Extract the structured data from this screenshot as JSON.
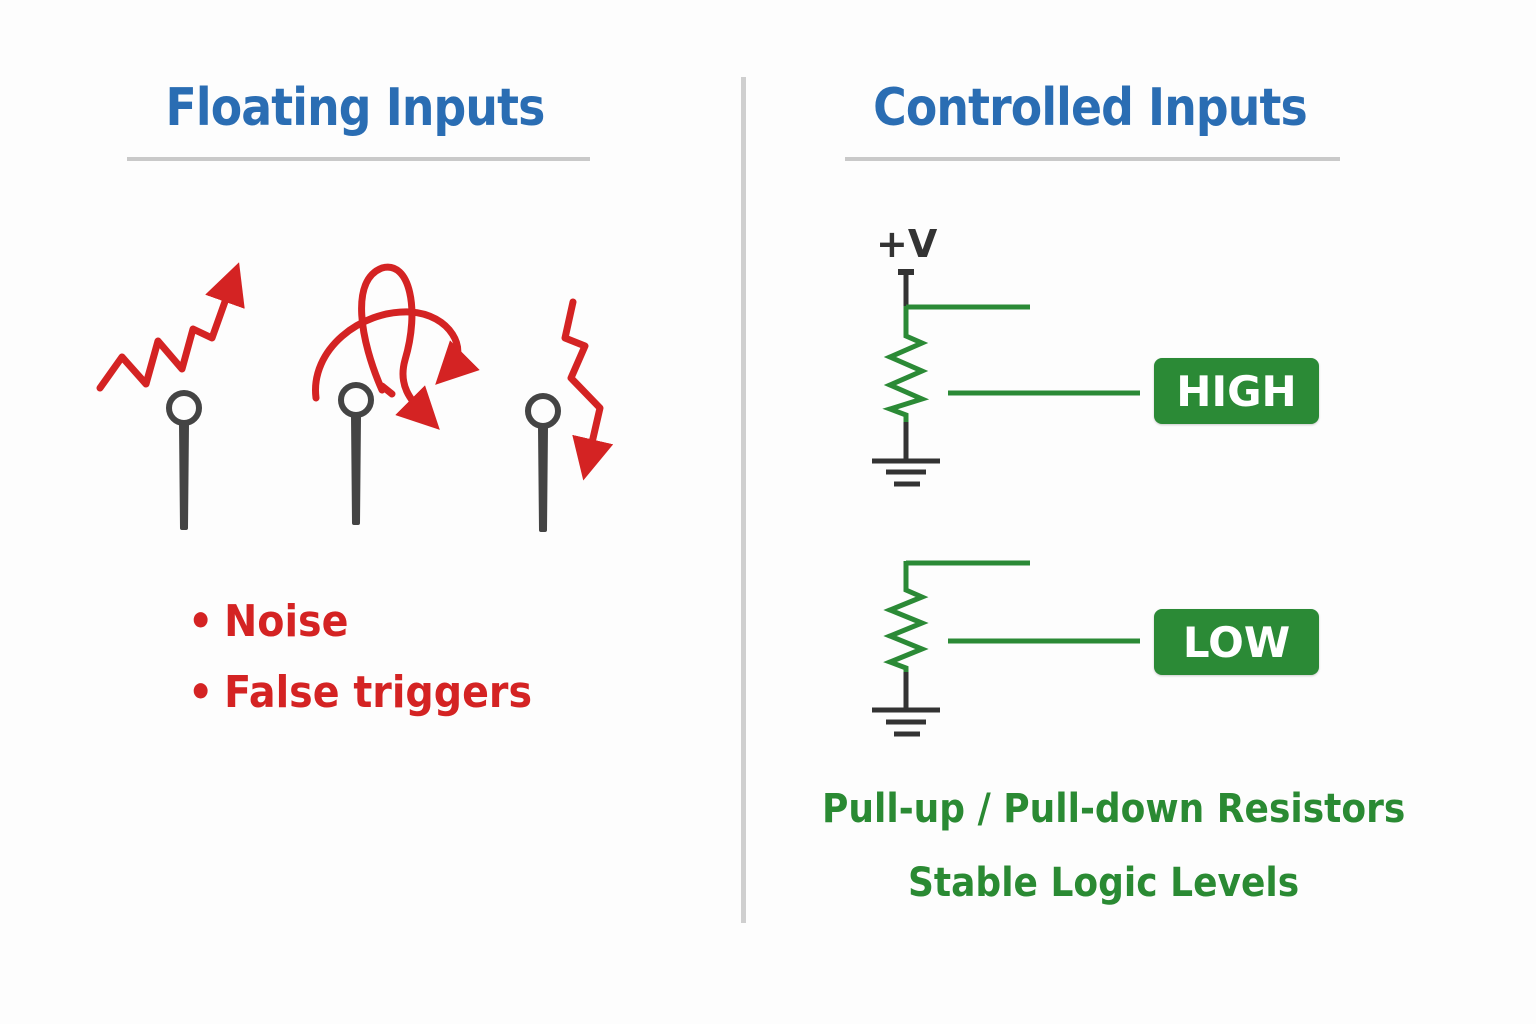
{
  "left_panel": {
    "title": "Floating Inputs",
    "bullets": [
      {
        "marker": "•",
        "text": "Noise"
      },
      {
        "marker": "•",
        "text": "False triggers"
      }
    ],
    "accent_color": "#d42323"
  },
  "right_panel": {
    "title": "Controlled Inputs",
    "supply_label": "+V",
    "states": [
      {
        "label": "HIGH",
        "circuit": "pull-up"
      },
      {
        "label": "LOW",
        "circuit": "pull-down"
      }
    ],
    "captions": [
      "Pull-up / Pull-down Resistors",
      "Stable Logic Levels"
    ],
    "accent_color": "#2b8a36"
  },
  "colors": {
    "title": "#2a6db3",
    "pin": "#444444",
    "divider": "#cfcfcf"
  }
}
